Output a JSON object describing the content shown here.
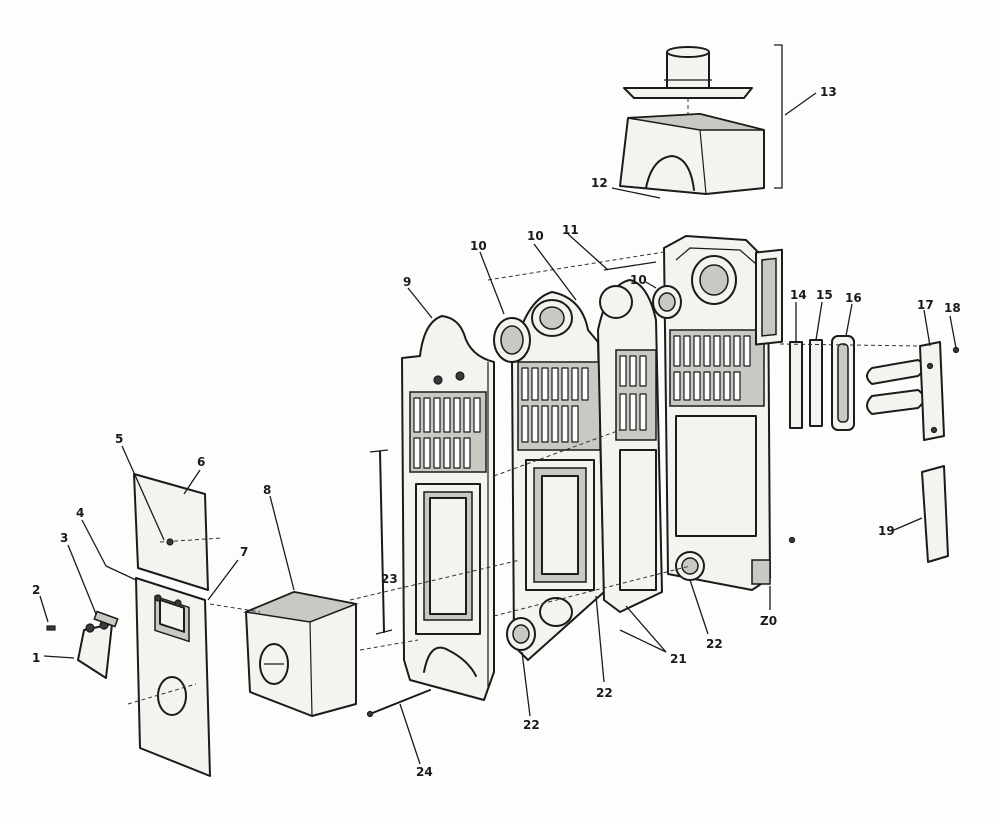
{
  "callouts": [
    {
      "id": "c1",
      "label": "1"
    },
    {
      "id": "c2",
      "label": "2"
    },
    {
      "id": "c3",
      "label": "3"
    },
    {
      "id": "c4",
      "label": "4"
    },
    {
      "id": "c5",
      "label": "5"
    },
    {
      "id": "c6",
      "label": "6"
    },
    {
      "id": "c7",
      "label": "7"
    },
    {
      "id": "c8",
      "label": "8"
    },
    {
      "id": "c9",
      "label": "9"
    },
    {
      "id": "c10a",
      "label": "10"
    },
    {
      "id": "c10b",
      "label": "10"
    },
    {
      "id": "c10c",
      "label": "10"
    },
    {
      "id": "c11",
      "label": "11"
    },
    {
      "id": "c12",
      "label": "12"
    },
    {
      "id": "c13",
      "label": "13"
    },
    {
      "id": "c14",
      "label": "14"
    },
    {
      "id": "c15",
      "label": "15"
    },
    {
      "id": "c16",
      "label": "16"
    },
    {
      "id": "c17",
      "label": "17"
    },
    {
      "id": "c18",
      "label": "18"
    },
    {
      "id": "c19",
      "label": "19"
    },
    {
      "id": "c20",
      "label": "Z0"
    },
    {
      "id": "c21",
      "label": "21"
    },
    {
      "id": "c22a",
      "label": "22"
    },
    {
      "id": "c22b",
      "label": "22"
    },
    {
      "id": "c22c",
      "label": "22"
    },
    {
      "id": "c23",
      "label": "23"
    },
    {
      "id": "c24",
      "label": "24"
    }
  ]
}
